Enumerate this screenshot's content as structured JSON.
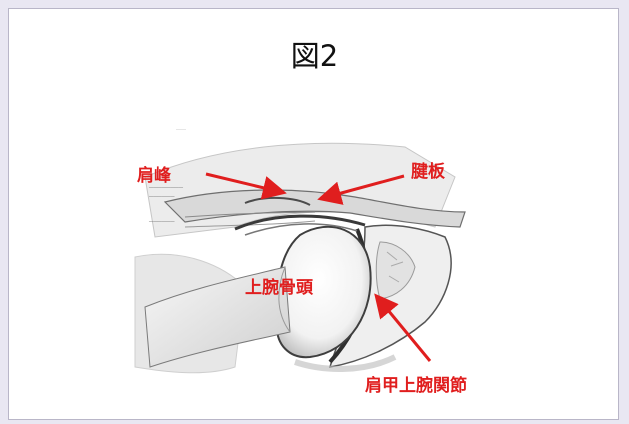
{
  "title": "図2",
  "labels": {
    "acromion": "肩峰",
    "tendon_plate": "腱板",
    "humeral_head": "上腕骨頭",
    "glenohumeral_joint": "肩甲上腕関節"
  },
  "colors": {
    "label": "#e01e1e",
    "background": "#e9e7f2",
    "panel": "#ffffff"
  }
}
